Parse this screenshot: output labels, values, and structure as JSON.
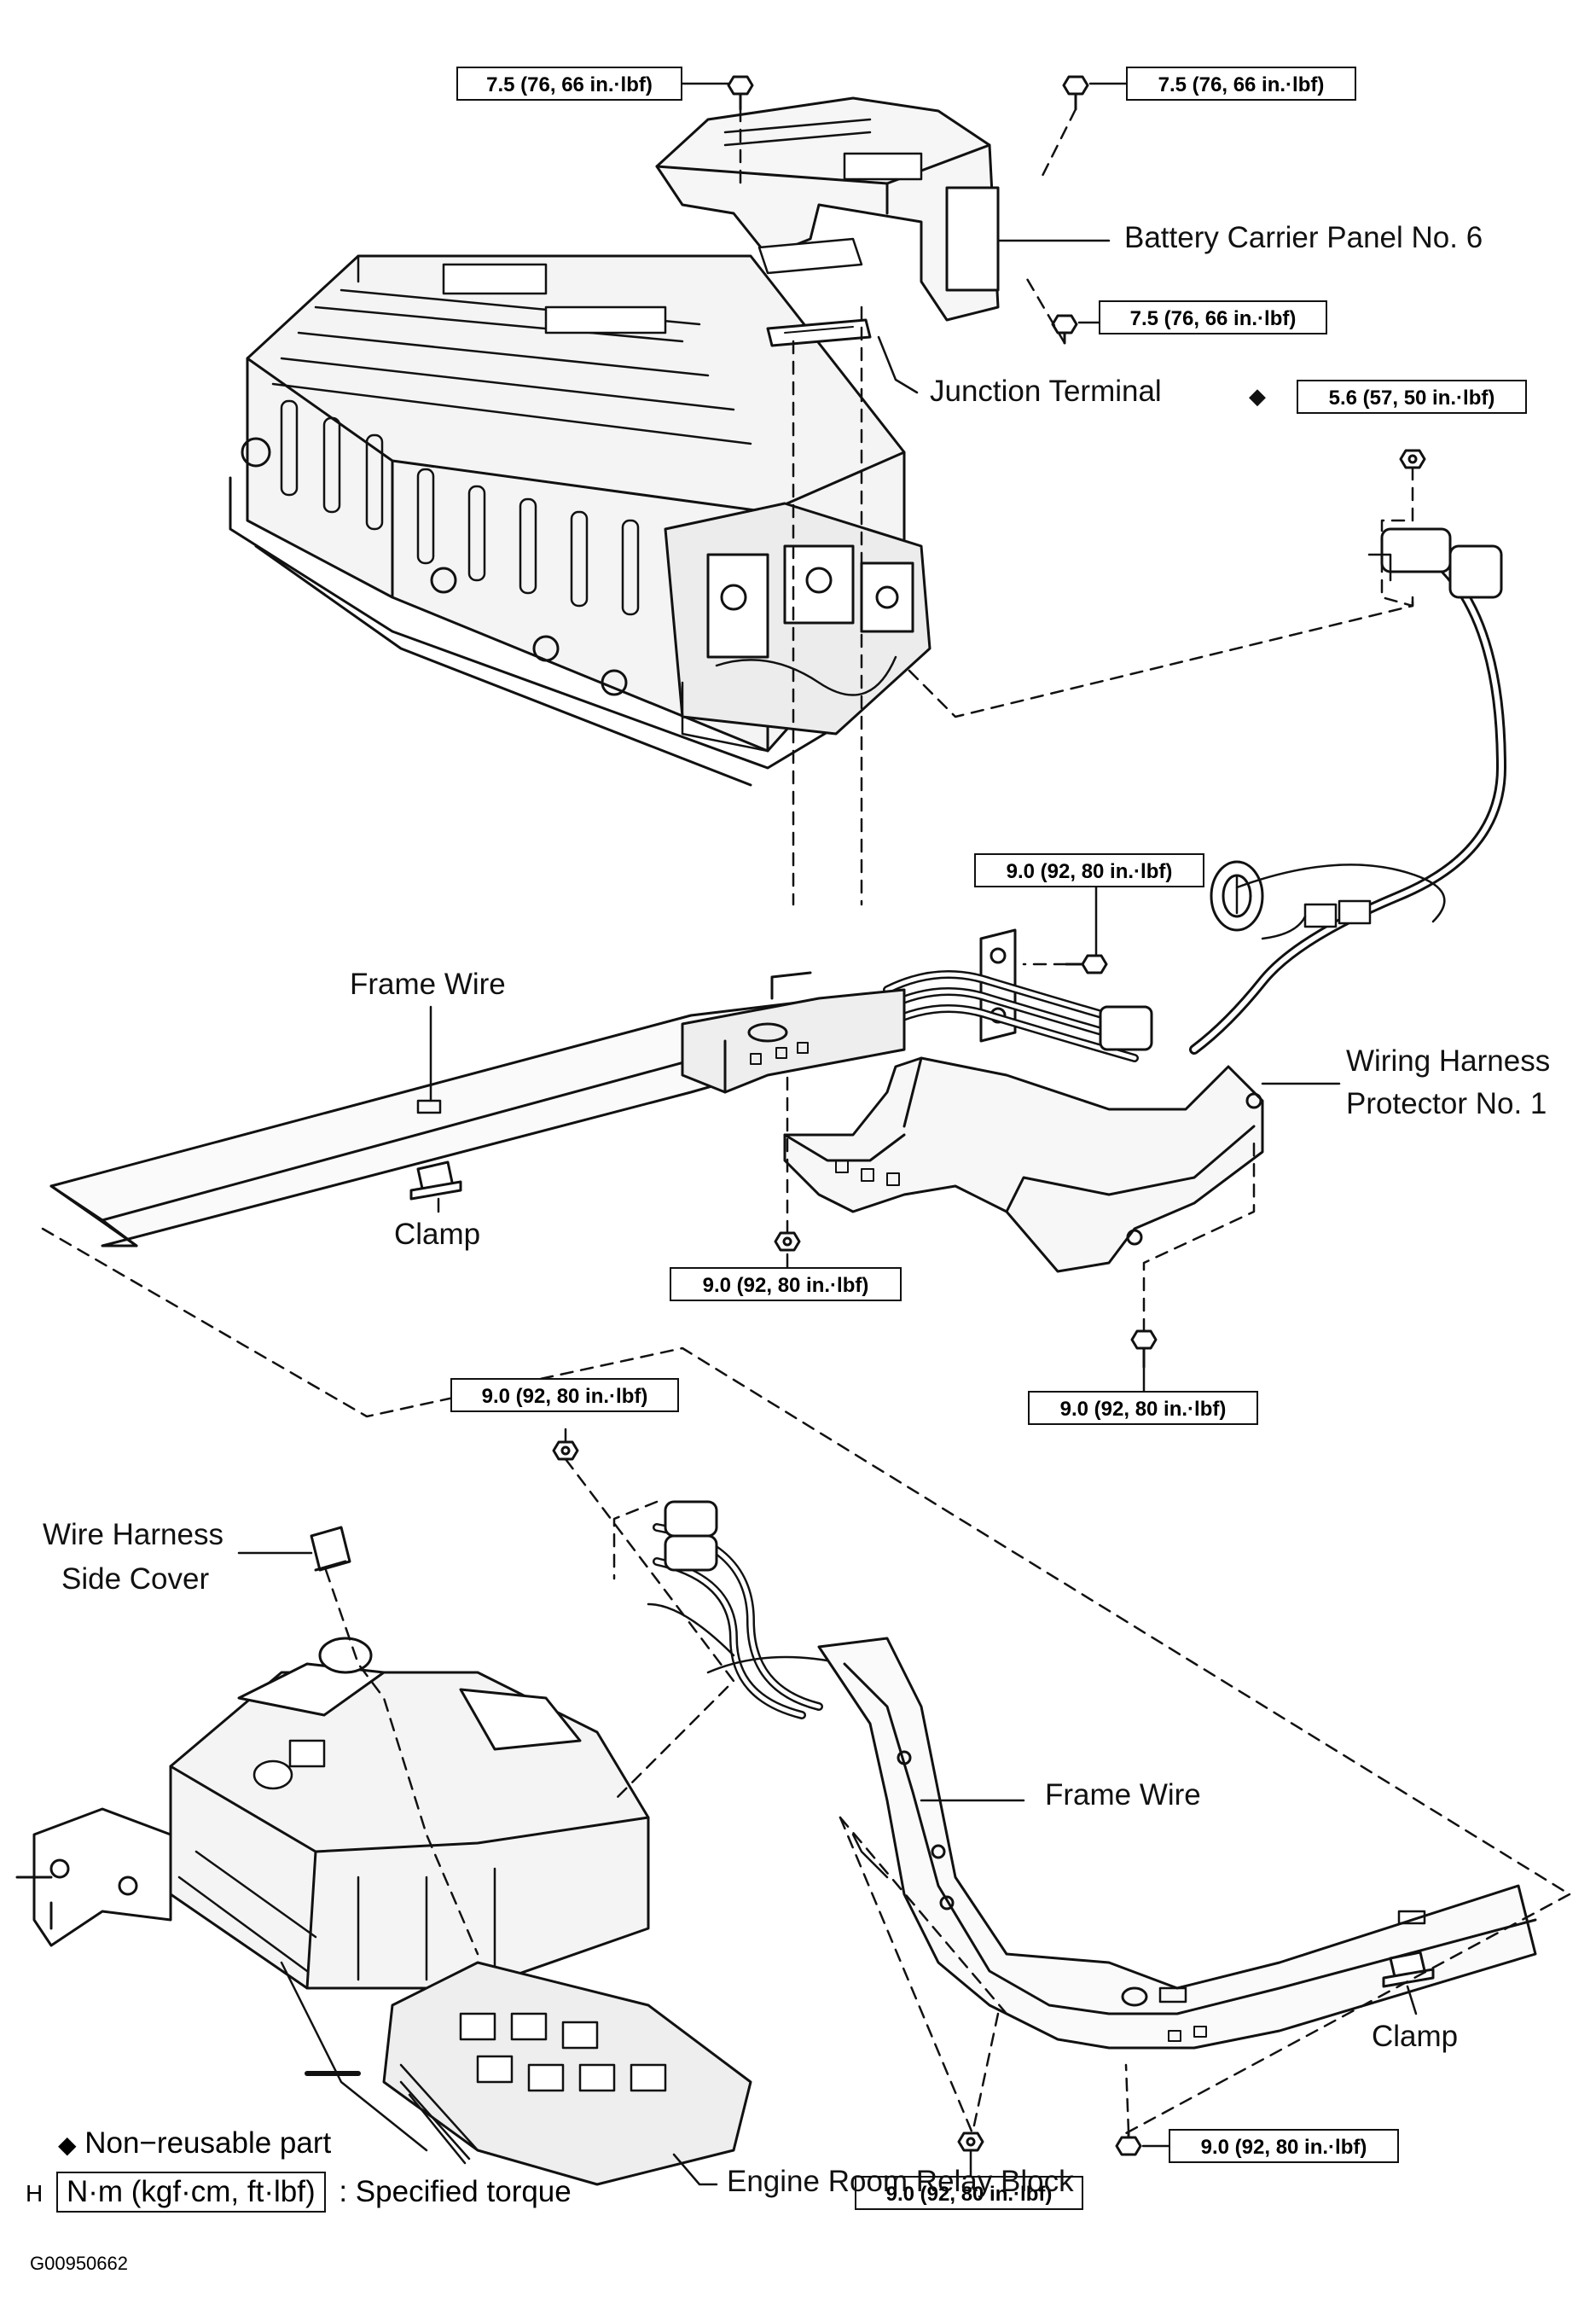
{
  "labels": {
    "battery_carrier_panel": "Battery Carrier Panel No. 6",
    "junction_terminal": "Junction Terminal",
    "frame_wire_upper": "Frame Wire",
    "wiring_harness_protector_line1": "Wiring Harness",
    "wiring_harness_protector_line2": "Protector No. 1",
    "clamp_upper": "Clamp",
    "wire_harness_side_cover_line1": "Wire Harness",
    "wire_harness_side_cover_line2": "Side Cover",
    "frame_wire_lower": "Frame Wire",
    "clamp_lower": "Clamp",
    "engine_room_relay_block": "Engine Room Relay Block"
  },
  "torque_specs": {
    "t1": "7.5 (76, 66 in.·lbf)",
    "t2": "7.5 (76, 66 in.·lbf)",
    "t3": "7.5 (76, 66 in.·lbf)",
    "t4": "5.6 (57, 50 in.·lbf)",
    "t5": "9.0 (92, 80 in.·lbf)",
    "t6": "9.0 (92, 80 in.·lbf)",
    "t7": "9.0 (92, 80 in.·lbf)",
    "t8": "9.0 (92, 80 in.·lbf)",
    "t9": "9.0 (92, 80 in.·lbf)",
    "t10": "9.0 (92, 80 in.·lbf)"
  },
  "legend": {
    "non_reusable_symbol": "◆",
    "non_reusable_text": "Non−reusable part",
    "torque_prefix": "H",
    "torque_box": "N·m (kgf·cm, ft·lbf)",
    "torque_text": ": Specified torque"
  },
  "figure_id": "G00950662"
}
